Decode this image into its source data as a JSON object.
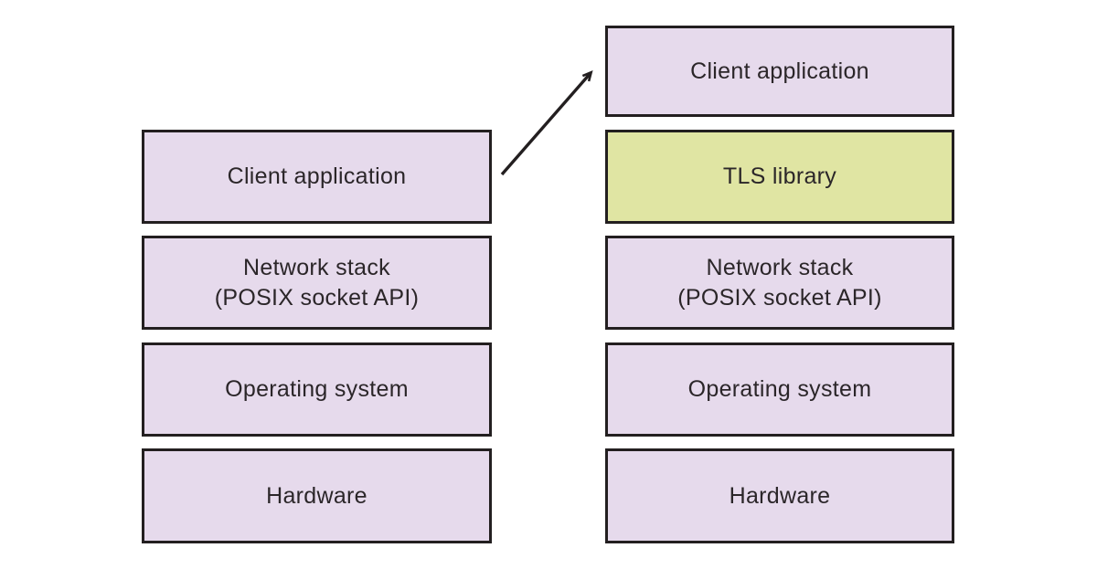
{
  "colors": {
    "background": "#ffffff",
    "box_fill": "#e6daec",
    "highlight_fill": "#e0e5a3",
    "border": "#231f20",
    "text": "#2b2629",
    "arrow": "#231f20"
  },
  "left_stack": {
    "boxes": [
      {
        "id": "client-application",
        "lines": [
          "Client application"
        ],
        "highlight": false
      },
      {
        "id": "network-stack",
        "lines": [
          "Network stack",
          "(POSIX socket API)"
        ],
        "highlight": false
      },
      {
        "id": "operating-system",
        "lines": [
          "Operating system"
        ],
        "highlight": false
      },
      {
        "id": "hardware",
        "lines": [
          "Hardware"
        ],
        "highlight": false
      }
    ]
  },
  "right_stack": {
    "boxes": [
      {
        "id": "client-application",
        "lines": [
          "Client application"
        ],
        "highlight": false
      },
      {
        "id": "tls-library",
        "lines": [
          "TLS library"
        ],
        "highlight": true
      },
      {
        "id": "network-stack",
        "lines": [
          "Network stack",
          "(POSIX socket API)"
        ],
        "highlight": false
      },
      {
        "id": "operating-system",
        "lines": [
          "Operating system"
        ],
        "highlight": false
      },
      {
        "id": "hardware",
        "lines": [
          "Hardware"
        ],
        "highlight": false
      }
    ]
  },
  "arrow": {
    "from": "left-client-application",
    "to": "right-client-application"
  }
}
